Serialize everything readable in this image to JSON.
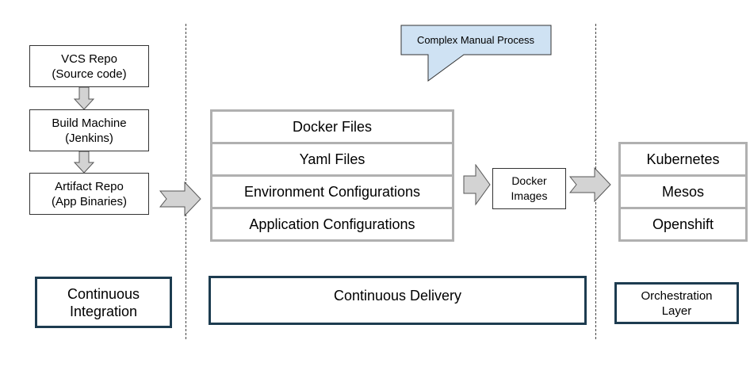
{
  "ci_column": {
    "vcs_repo": "VCS Repo\n(Source code)",
    "build_machine": "Build Machine\n(Jenkins)",
    "artifact_repo": "Artifact Repo\n(App Binaries)"
  },
  "callout": {
    "text": "Complex Manual Process"
  },
  "config_stack": {
    "items": [
      "Docker Files",
      "Yaml Files",
      "Environment Configurations",
      "Application Configurations"
    ]
  },
  "docker_images": "Docker\nImages",
  "orchestrators": {
    "items": [
      "Kubernetes",
      "Mesos",
      "Openshift"
    ]
  },
  "stages": {
    "ci": "Continuous\nIntegration",
    "cd": "Continuous Delivery",
    "orchestration": "Orchestration\nLayer"
  },
  "colors": {
    "callout_fill": "#cfe2f3",
    "arrow_fill": "#d3d3d3",
    "stage_border": "#1d3c50",
    "stack_border": "#b0b0b0"
  }
}
